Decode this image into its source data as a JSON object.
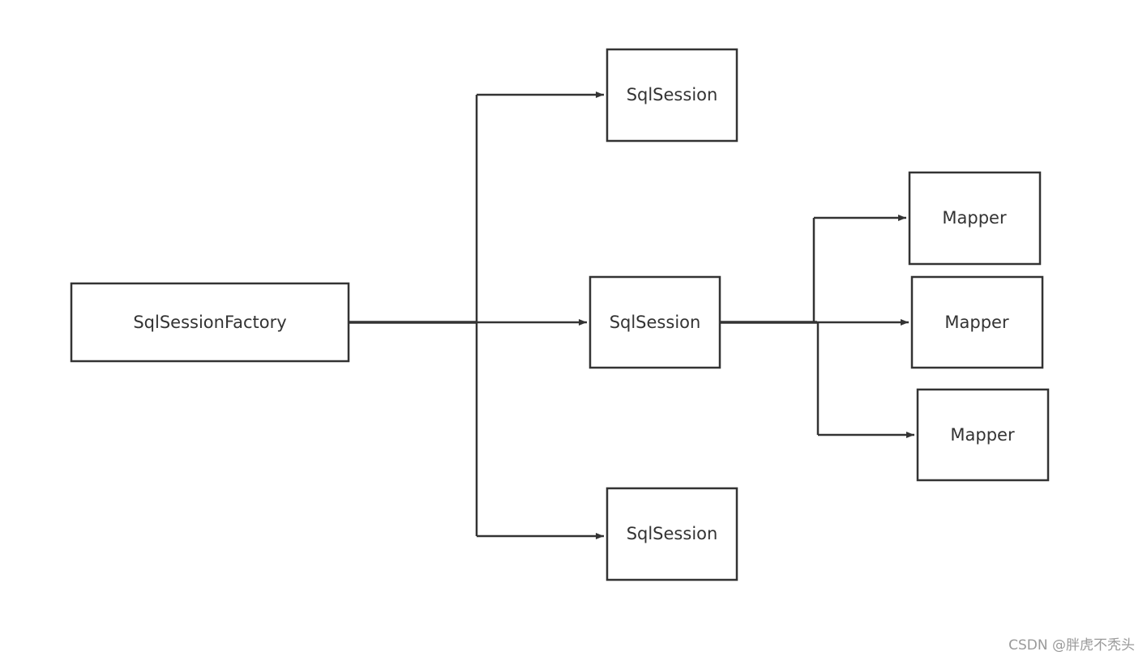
{
  "diagram": {
    "nodes": {
      "factory": "SqlSessionFactory",
      "session_top": "SqlSession",
      "session_middle": "SqlSession",
      "session_bottom": "SqlSession",
      "mapper_top": "Mapper",
      "mapper_middle": "Mapper",
      "mapper_bottom": "Mapper"
    },
    "edges": [
      {
        "from": "SqlSessionFactory",
        "to": "SqlSession (top)"
      },
      {
        "from": "SqlSessionFactory",
        "to": "SqlSession (middle)"
      },
      {
        "from": "SqlSessionFactory",
        "to": "SqlSession (bottom)"
      },
      {
        "from": "SqlSession (middle)",
        "to": "Mapper (top)"
      },
      {
        "from": "SqlSession (middle)",
        "to": "Mapper (middle)"
      },
      {
        "from": "SqlSession (middle)",
        "to": "Mapper (bottom)"
      }
    ]
  },
  "watermark": "CSDN @胖虎不秃头"
}
